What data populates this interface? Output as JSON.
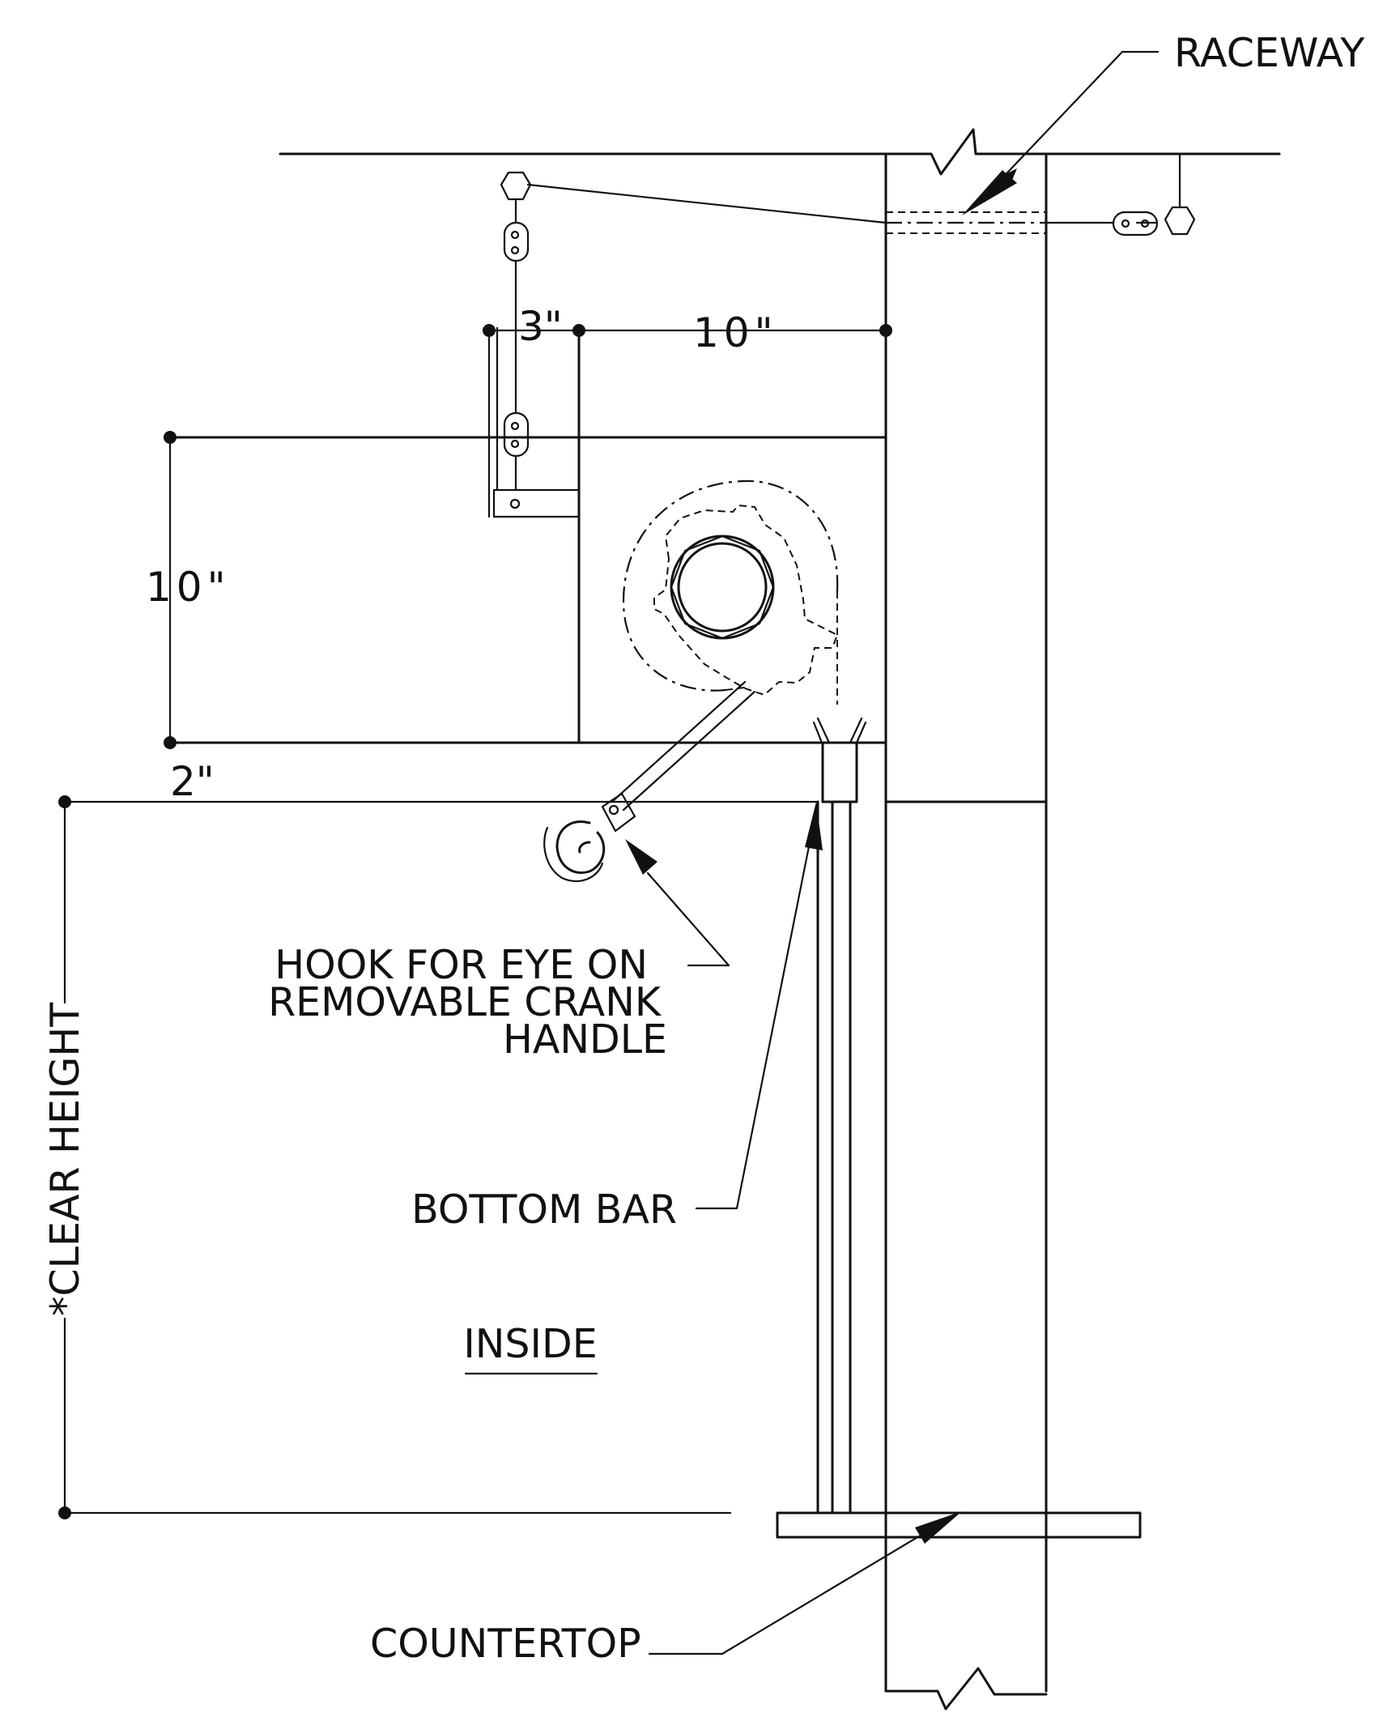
{
  "labels": {
    "raceway": "RACEWAY",
    "hook": [
      "HOOK FOR EYE ON",
      "REMOVABLE CRANK",
      "HANDLE"
    ],
    "bottom_bar": "BOTTOM BAR",
    "inside": "INSIDE",
    "countertop": "COUNTERTOP",
    "clear_height": "*CLEAR HEIGHT"
  },
  "dimensions": {
    "top_left": "3\"",
    "top_right": "10\"",
    "left_vertical": "10\"",
    "left_small": "2\""
  },
  "colors": {
    "line": "#111111",
    "background": "#ffffff"
  }
}
